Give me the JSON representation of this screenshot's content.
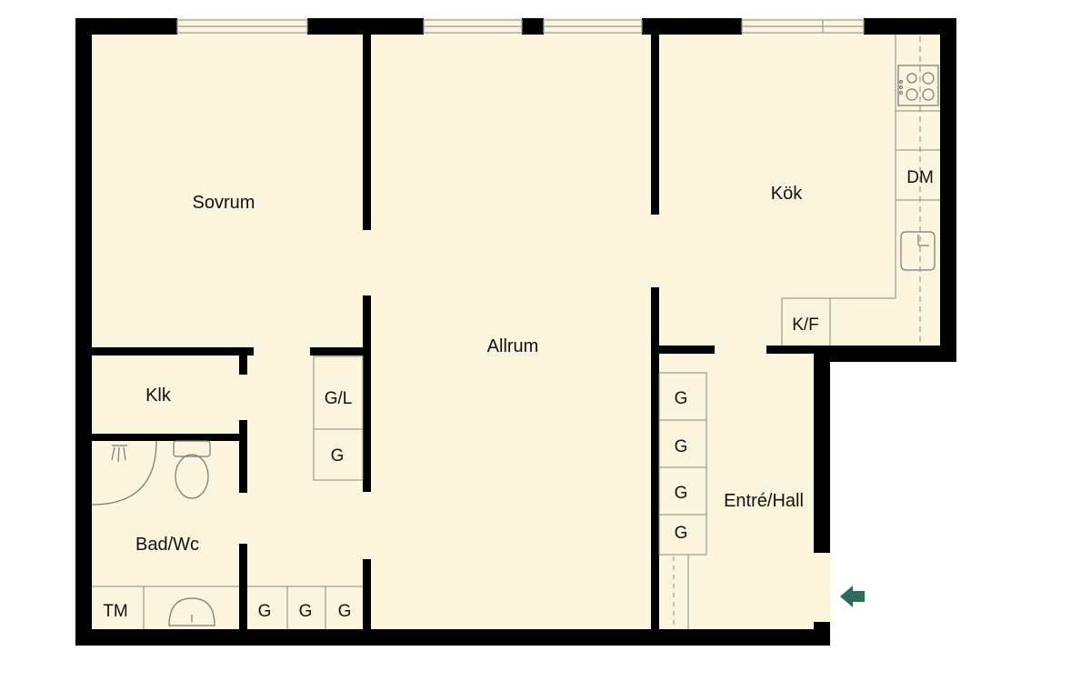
{
  "colors": {
    "floor": "#fcf5dd",
    "wall": "#000000",
    "entry_arrow": "#2f6b5d"
  },
  "rooms": {
    "sovrum": "Sovrum",
    "allrum": "Allrum",
    "kok": "Kök",
    "klk": "Klk",
    "bad": "Bad/Wc",
    "hall": "Entré/Hall"
  },
  "fixtures": {
    "dm": "DM",
    "kf": "K/F",
    "gl": "G/L",
    "g": "G",
    "tm": "TM"
  },
  "icons": [
    "stove-icon",
    "sink-icon",
    "toilet-icon",
    "shower-icon",
    "washbasin-icon",
    "entry-arrow-icon"
  ]
}
